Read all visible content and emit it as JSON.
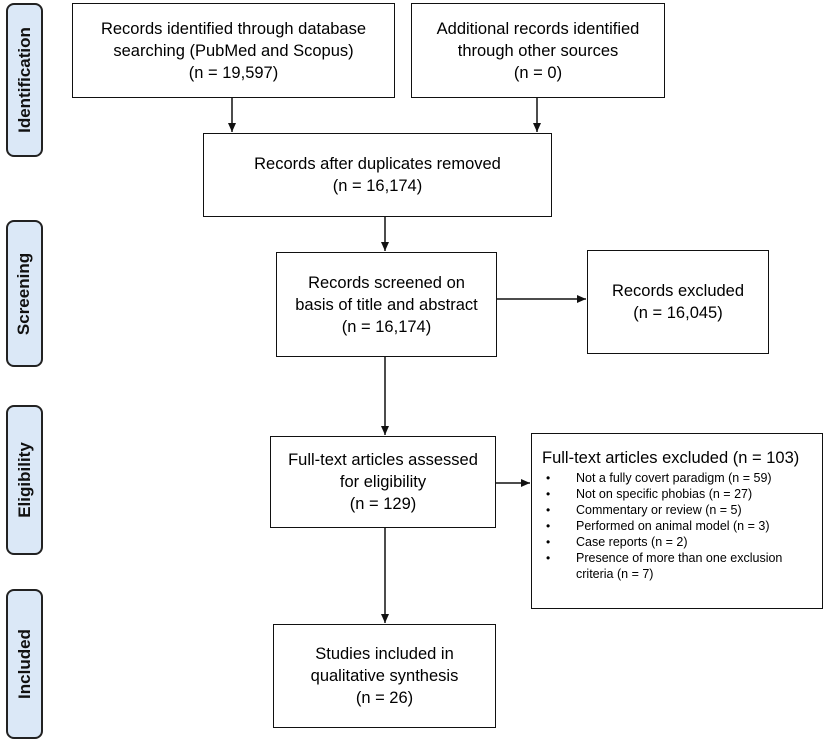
{
  "phases": {
    "identification": "Identification",
    "screening": "Screening",
    "eligibility": "Eligibility",
    "included": "Included"
  },
  "identification": {
    "database": {
      "line1": "Records identified through database",
      "line2": "searching (PubMed and Scopus)",
      "count": "(n = 19,597)"
    },
    "other_sources": {
      "line1": "Additional records identified",
      "line2": "through other sources",
      "count": "(n = 0)"
    },
    "after_duplicates": {
      "line1": "Records after duplicates removed",
      "count": "(n = 16,174)"
    }
  },
  "screening": {
    "screened": {
      "line1": "Records screened on",
      "line2": "basis of title and abstract",
      "count": "(n = 16,174)"
    },
    "excluded": {
      "line1": "Records excluded",
      "count": "(n = 16,045)"
    }
  },
  "eligibility": {
    "assessed": {
      "line1": "Full-text articles assessed",
      "line2": "for eligibility",
      "count": "(n = 129)"
    },
    "excluded": {
      "title": "Full-text articles excluded (n = 103)",
      "reasons": [
        "Not a fully covert paradigm (n = 59)",
        "Not on specific phobias (n = 27)",
        "Commentary or review (n = 5)",
        "Performed on animal model (n = 3)",
        "Case reports (n = 2)",
        "Presence of more than one exclusion",
        "criteria (n = 7)"
      ]
    }
  },
  "included": {
    "studies": {
      "line1": "Studies included in",
      "line2": "qualitative synthesis",
      "count": "(n = 26)"
    }
  }
}
